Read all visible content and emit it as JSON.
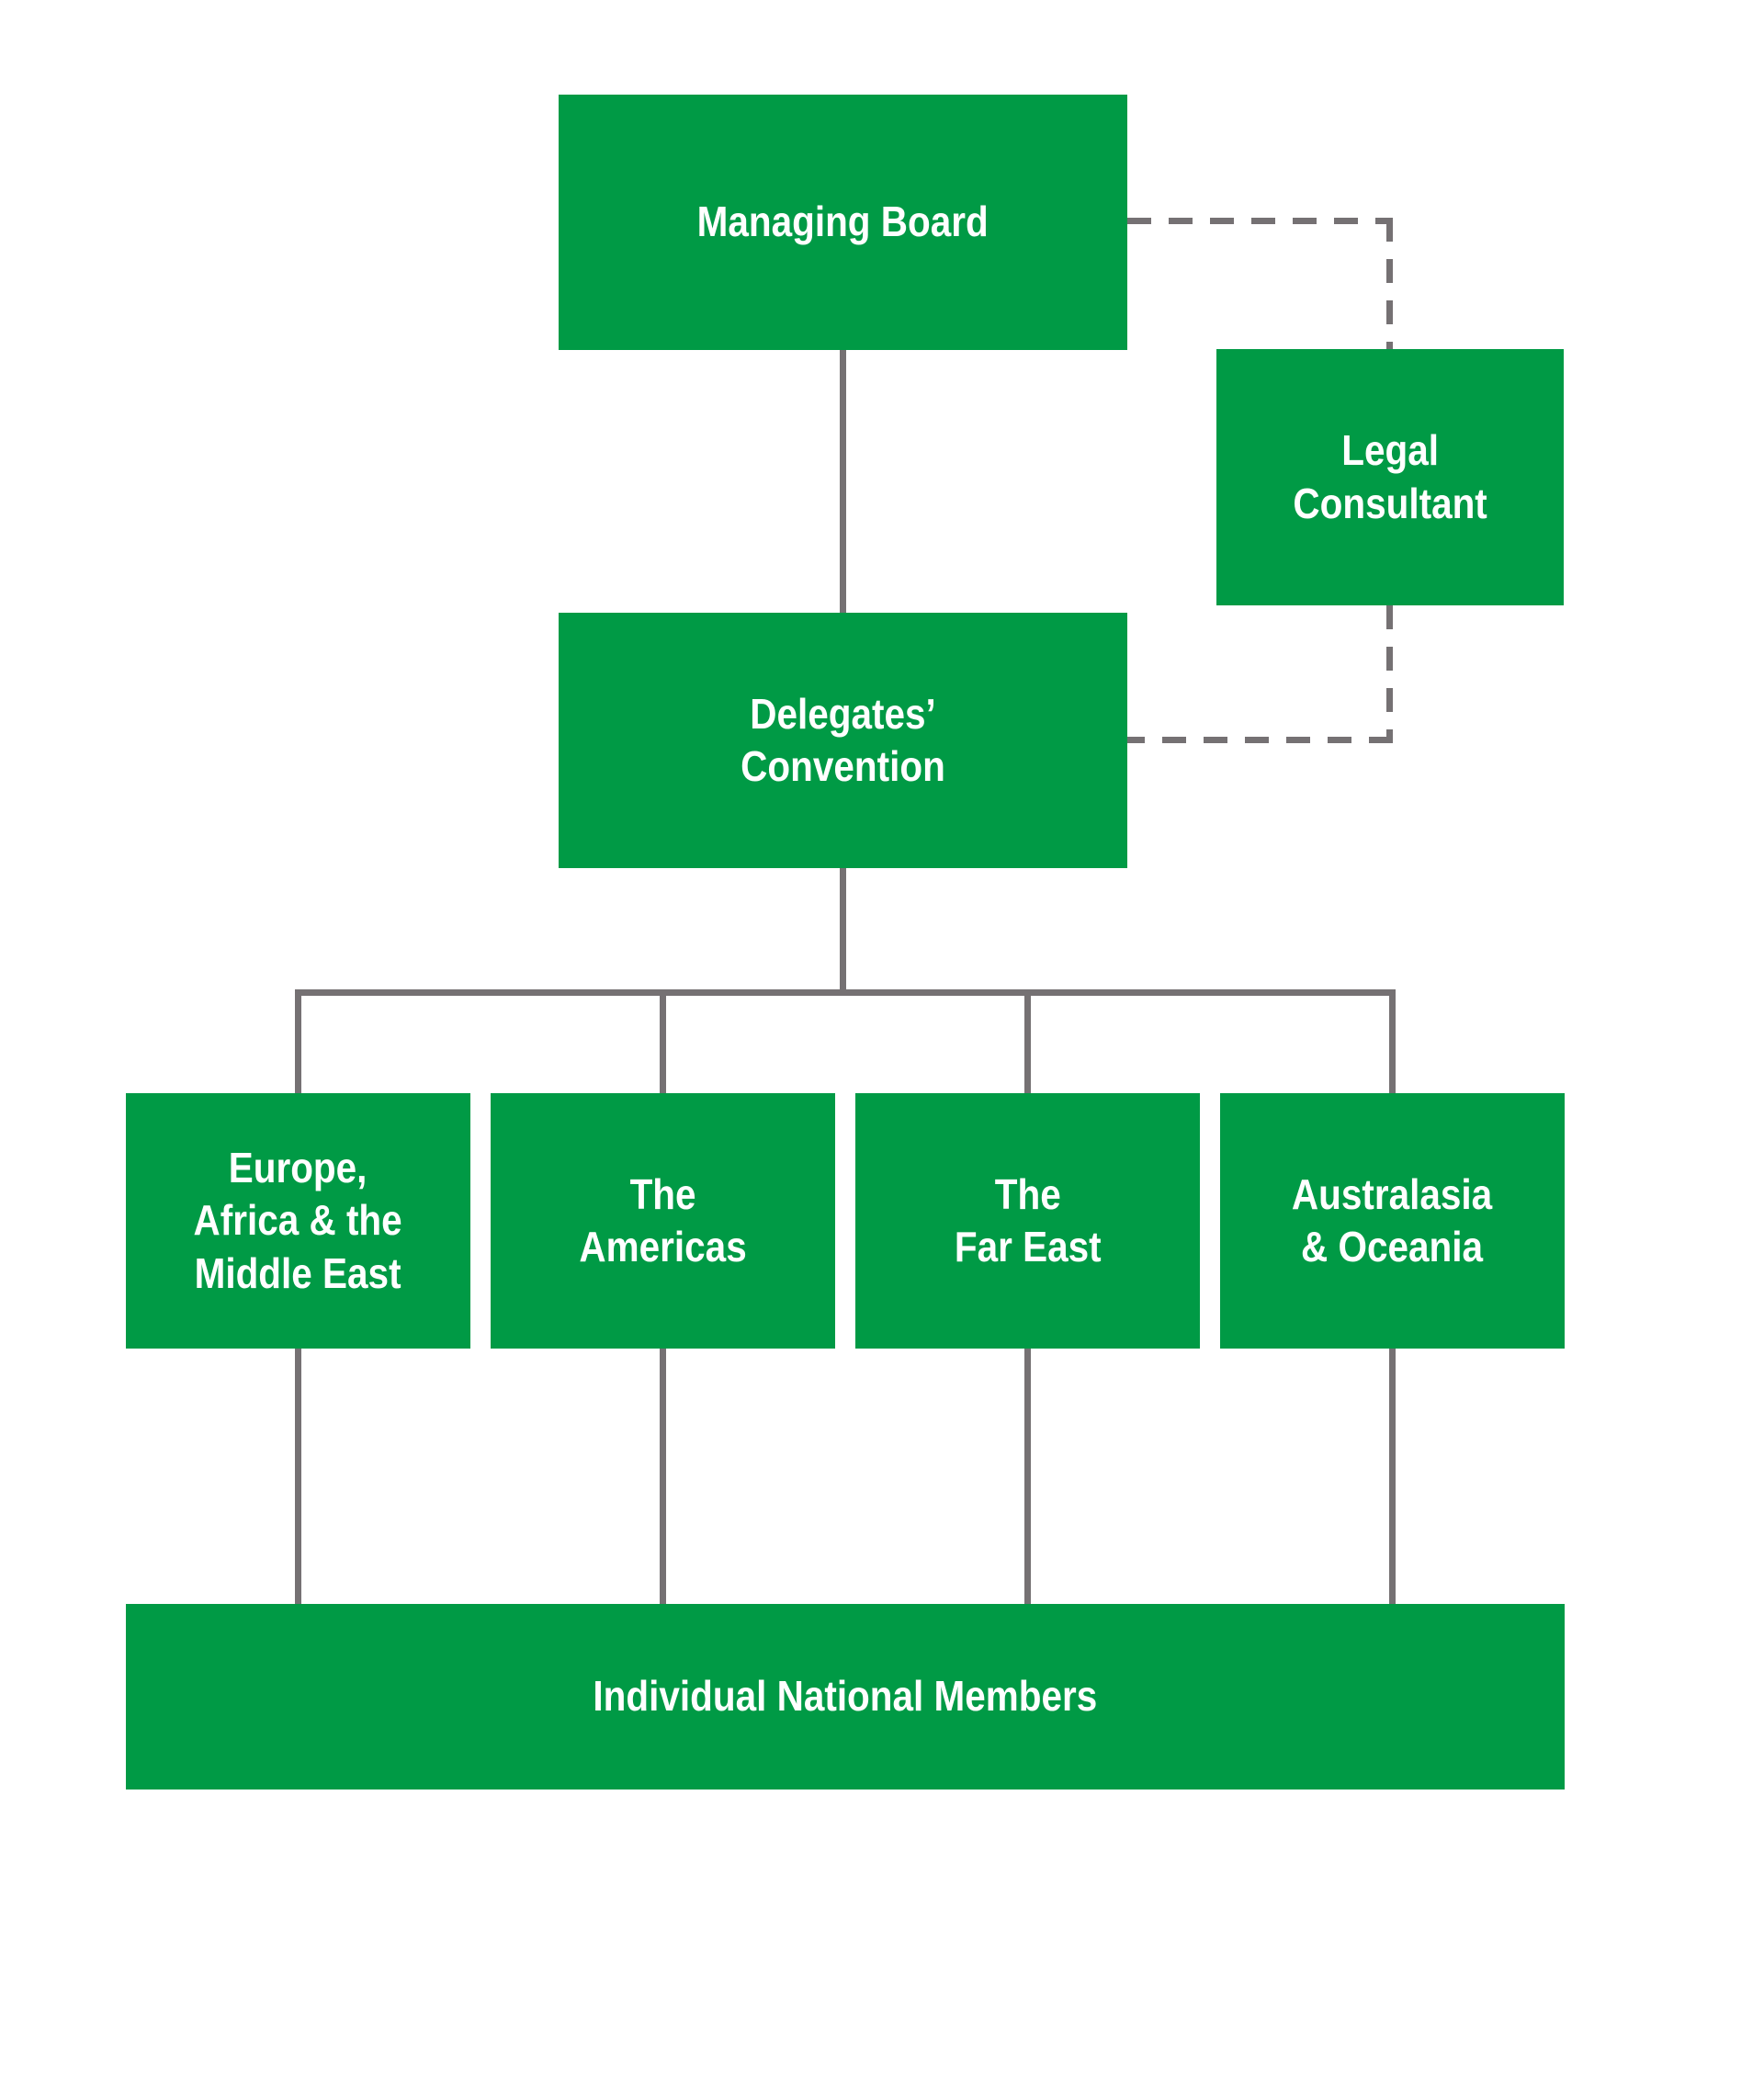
{
  "colors": {
    "box_green": "#009A45",
    "line_gray": "#757173",
    "text_white": "#FFFFFF",
    "background": "#FFFFFF"
  },
  "nodes": {
    "managing_board": {
      "label": "Managing Board"
    },
    "legal_consultant": {
      "label": "Legal\nConsultant"
    },
    "delegates_convention": {
      "label": "Delegates’\nConvention"
    },
    "europe_africa_middle_east": {
      "label": "Europe,\nAfrica & the\nMiddle East"
    },
    "the_americas": {
      "label": "The\nAmericas"
    },
    "the_far_east": {
      "label": "The\nFar East"
    },
    "australasia_oceania": {
      "label": "Australasia\n& Oceania"
    },
    "individual_national_members": {
      "label": "Individual National Members"
    }
  },
  "edges": [
    {
      "from": "managing_board",
      "to": "delegates_convention",
      "style": "solid"
    },
    {
      "from": "managing_board",
      "to": "legal_consultant",
      "style": "dashed"
    },
    {
      "from": "legal_consultant",
      "to": "delegates_convention",
      "style": "dashed"
    },
    {
      "from": "delegates_convention",
      "to": "europe_africa_middle_east",
      "style": "solid"
    },
    {
      "from": "delegates_convention",
      "to": "the_americas",
      "style": "solid"
    },
    {
      "from": "delegates_convention",
      "to": "the_far_east",
      "style": "solid"
    },
    {
      "from": "delegates_convention",
      "to": "australasia_oceania",
      "style": "solid"
    },
    {
      "from": "europe_africa_middle_east",
      "to": "individual_national_members",
      "style": "solid"
    },
    {
      "from": "the_americas",
      "to": "individual_national_members",
      "style": "solid"
    },
    {
      "from": "the_far_east",
      "to": "individual_national_members",
      "style": "solid"
    },
    {
      "from": "australasia_oceania",
      "to": "individual_national_members",
      "style": "solid"
    }
  ]
}
